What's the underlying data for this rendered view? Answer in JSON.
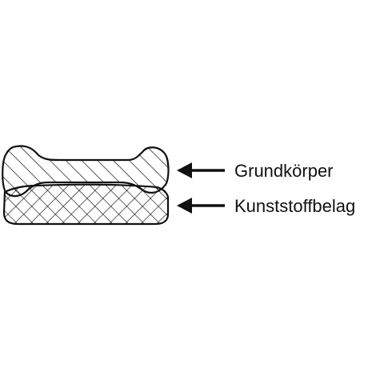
{
  "diagram": {
    "layers": [
      {
        "label": "Grundkörper",
        "hatch": "diagonal-lines"
      },
      {
        "label": "Kunststoffbelag",
        "hatch": "cross-hatch"
      }
    ],
    "colors": {
      "stroke": "#111111",
      "background": "#ffffff"
    }
  }
}
